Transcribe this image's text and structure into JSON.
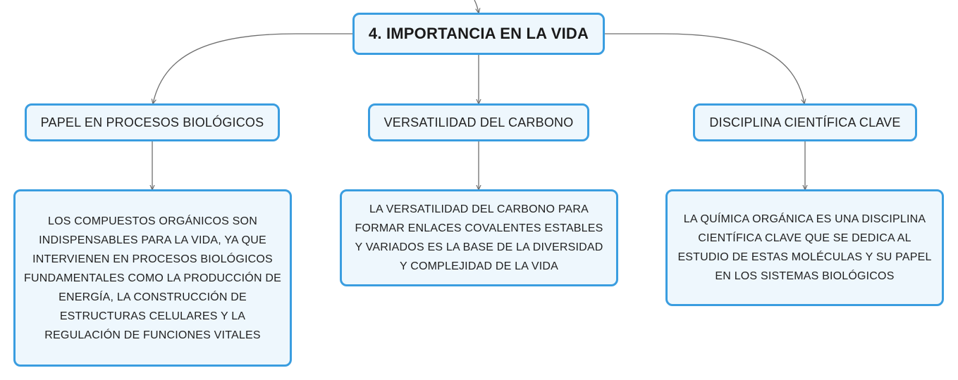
{
  "central": {
    "label": "4. IMPORTANCIA EN LA VIDA"
  },
  "branches": [
    {
      "label": "PAPEL EN PROCESOS BIOLÓGICOS",
      "detail": "LOS COMPUESTOS ORGÁNICOS SON INDISPENSABLES PARA LA VIDA, YA QUE INTERVIENEN EN PROCESOS BIOLÓGICOS FUNDAMENTALES COMO LA PRODUCCIÓN DE ENERGÍA, LA CONSTRUCCIÓN DE ESTRUCTURAS CELULARES Y LA REGULACIÓN DE FUNCIONES VITALES"
    },
    {
      "label": "VERSATILIDAD DEL CARBONO",
      "detail": "LA VERSATILIDAD DEL CARBONO PARA FORMAR ENLACES COVALENTES ESTABLES Y VARIADOS ES LA BASE DE LA DIVERSIDAD Y COMPLEJIDAD DE LA VIDA"
    },
    {
      "label": "DISCIPLINA CIENTÍFICA CLAVE",
      "detail": "LA QUÍMICA ORGÁNICA ES UNA DISCIPLINA CIENTÍFICA CLAVE QUE SE DEDICA AL ESTUDIO DE ESTAS MOLÉCULAS Y SU PAPEL EN LOS SISTEMAS BIOLÓGICOS"
    }
  ],
  "colors": {
    "node_border": "#3a9de0",
    "node_fill": "#eef7fd",
    "connector": "#6e6e6e"
  }
}
